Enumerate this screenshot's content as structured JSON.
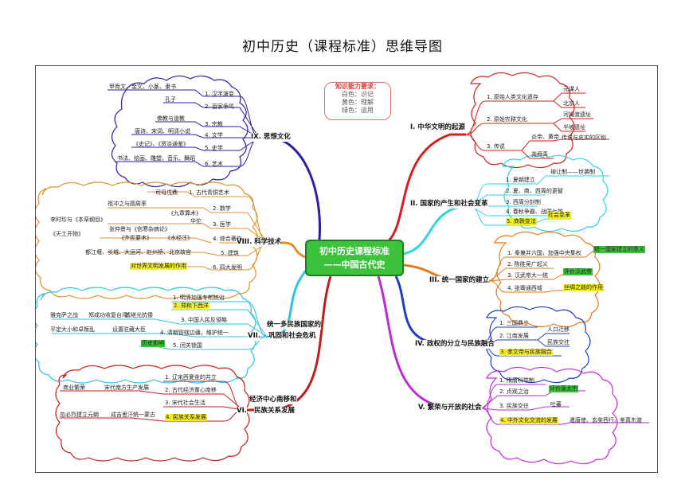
{
  "title": "初中历史（课程标准）思维导图",
  "center": {
    "line1": "初中历史课程标准",
    "line2": "——中国古代史"
  },
  "legend": {
    "title": "知识能力要求：",
    "rows": [
      "白色：识记",
      "黄色：理解",
      "绿色：运用"
    ]
  },
  "b1": {
    "label": "I. 中华文明的起源",
    "items": [
      "1. 原始人类文化遗存",
      "2. 原始农耕文化",
      "3. 传说"
    ],
    "leaves": [
      "元谋人",
      "北京人",
      "河姆渡遗址",
      "半坡遗址",
      "炎帝、黄帝",
      "尧舜禹",
      "传说与史实的区别"
    ]
  },
  "b2": {
    "label": "II. 国家的产生和社会变革",
    "items": [
      "1. 夏朝建立",
      "2. 夏、商、西周的更替",
      "3. 西周分封制",
      "4. 春秋争霸、战国七雄",
      "5. 商鞅变法"
    ],
    "leaves": [
      "禅让制——世袭制",
      "社会变革"
    ]
  },
  "b3": {
    "label": "III. 统一国家的建立",
    "items": [
      "1. 秦兼并六国，加强中央集权",
      "2. 陈胜吴广起义",
      "3. 汉武帝大一统",
      "4. 张骞通西域"
    ],
    "leaves": [
      "统一国家建立的意义",
      "评价汉武帝",
      "丝绸之路的作用"
    ]
  },
  "b4": {
    "label": "IV. 政权的分立与民族融合",
    "items": [
      "1. 三国鼎立",
      "2. 江南发展",
      "3. 孝文帝与民族融合"
    ],
    "leaves": [
      "人口迁移",
      "民族交往"
    ]
  },
  "b5": {
    "label": "V. 繁荣与开放的社会",
    "items": [
      "1. 隋唐科举制",
      "2. 贞观之治",
      "3. 民族交往",
      "4. 中外文化交流的发展"
    ],
    "leaves": [
      "评价唐太宗",
      "吐蕃",
      "遣唐使、玄奘西行、鉴真东渡"
    ]
  },
  "b6": {
    "label1": "经济中心南移和",
    "label2": "民族关系发展",
    "num": "VI.",
    "items": [
      "1. 辽宋西夏金的并立",
      "2. 古代经济重心南移",
      "3. 宋代社会生活",
      "4. 民族关系发展"
    ],
    "leaves": [
      "宋代南方生产发展",
      "商业繁荣",
      "成吉思汗统一蒙古",
      "忽必烈建立元朝"
    ]
  },
  "b7": {
    "label1": "统一多民族国家的",
    "label2": "巩固和社会危机",
    "num": "VII.",
    "items": [
      "1. 明清加强专制统治",
      "2. 郑和下西洋",
      "3. 中国人民反侵略",
      "4. 清朝管辖边疆，维护统一",
      "5. 闭关锁国"
    ],
    "leaves": [
      "戚继光抗倭",
      "郑成功收复台湾",
      "雅克萨之战",
      "设置驻藏大臣",
      "平定大小和卓叛乱",
      "历史影响"
    ]
  },
  "b8": {
    "label": "VIII. 科学技术",
    "items": [
      "1. 古代青铜艺术",
      "2. 数学",
      "3. 医学",
      "4. 综合著作",
      "5. 建筑",
      "6. 四大发明"
    ],
    "leaves": [
      "司母戊鼎",
      "祖冲之与圆周率",
      "《九章算术》",
      "李时珍与《本草纲目》",
      "张仲景与《伤寒杂病论》",
      "华佗",
      "《天工开物》",
      "《齐民要术》",
      "《水经注》",
      "都江堰、长城、大运河、赵州桥、北京故宫",
      "对世界文明发展的作用"
    ]
  },
  "b9": {
    "label": "IX. 思想文化",
    "items": [
      "1. 汉字演变",
      "2. 百家争鸣",
      "3. 宗教",
      "4. 文学",
      "5. 史学",
      "6. 艺术"
    ],
    "leaves": [
      "甲骨文、金文、小篆、隶书",
      "孔子",
      "佛教与道教",
      "唐诗、宋词、明清小说",
      "《史记》、《资治通鉴》",
      "书法、绘画、雕塑、音乐、舞蹈"
    ]
  },
  "colors": {
    "b1": "#d61e1e",
    "b2": "#2fd6dc",
    "b3": "#e07a1a",
    "b4": "#1f3fc0",
    "b5": "#c02ad6",
    "b6": "#c01e1e",
    "b7": "#2fc3e0",
    "b8": "#e0902a",
    "b9": "#2a1fa8",
    "center": "#3cc23c"
  }
}
